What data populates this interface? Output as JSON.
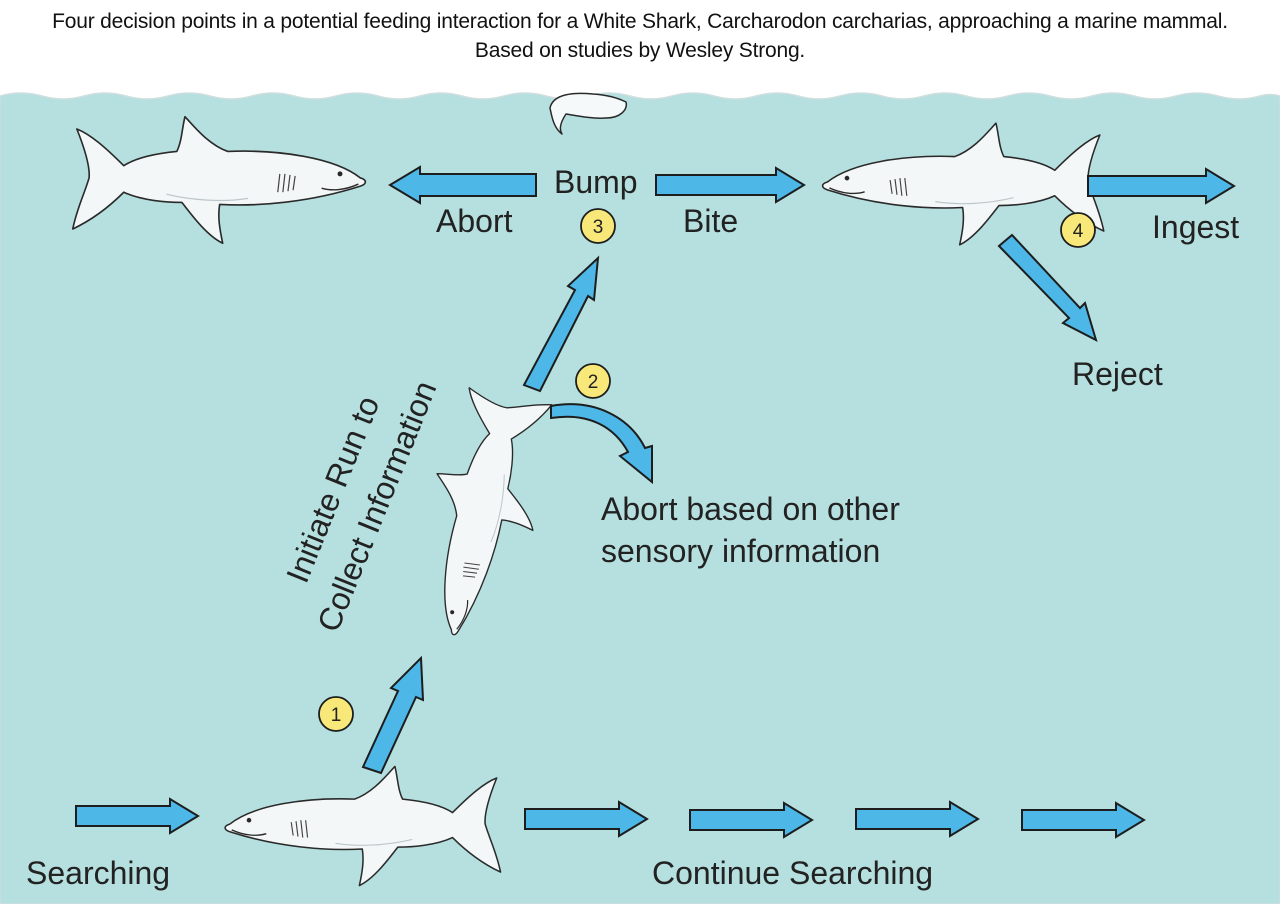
{
  "caption": {
    "line1": "Four decision points in a potential feeding interaction for a White Shark, Carcharodon carcharias, approaching a marine mammal.",
    "line2": "Based on studies by Wesley Strong."
  },
  "labels": {
    "searching": "Searching",
    "continue_searching": "Continue Searching",
    "initiate_line1": "Initiate Run to",
    "initiate_line2": "Collect Information",
    "abort_other_line1": "Abort based on other",
    "abort_other_line2": "sensory information",
    "bump": "Bump",
    "abort": "Abort",
    "bite": "Bite",
    "ingest": "Ingest",
    "reject": "Reject"
  },
  "decision_points": [
    "1",
    "2",
    "3",
    "4"
  ],
  "colors": {
    "water": "#b5e0df",
    "arrow_fill": "#4db7e8",
    "arrow_stroke": "#1d1d1d",
    "marker_fill": "#f8e87a",
    "shark_fill": "#f3f7f8"
  }
}
